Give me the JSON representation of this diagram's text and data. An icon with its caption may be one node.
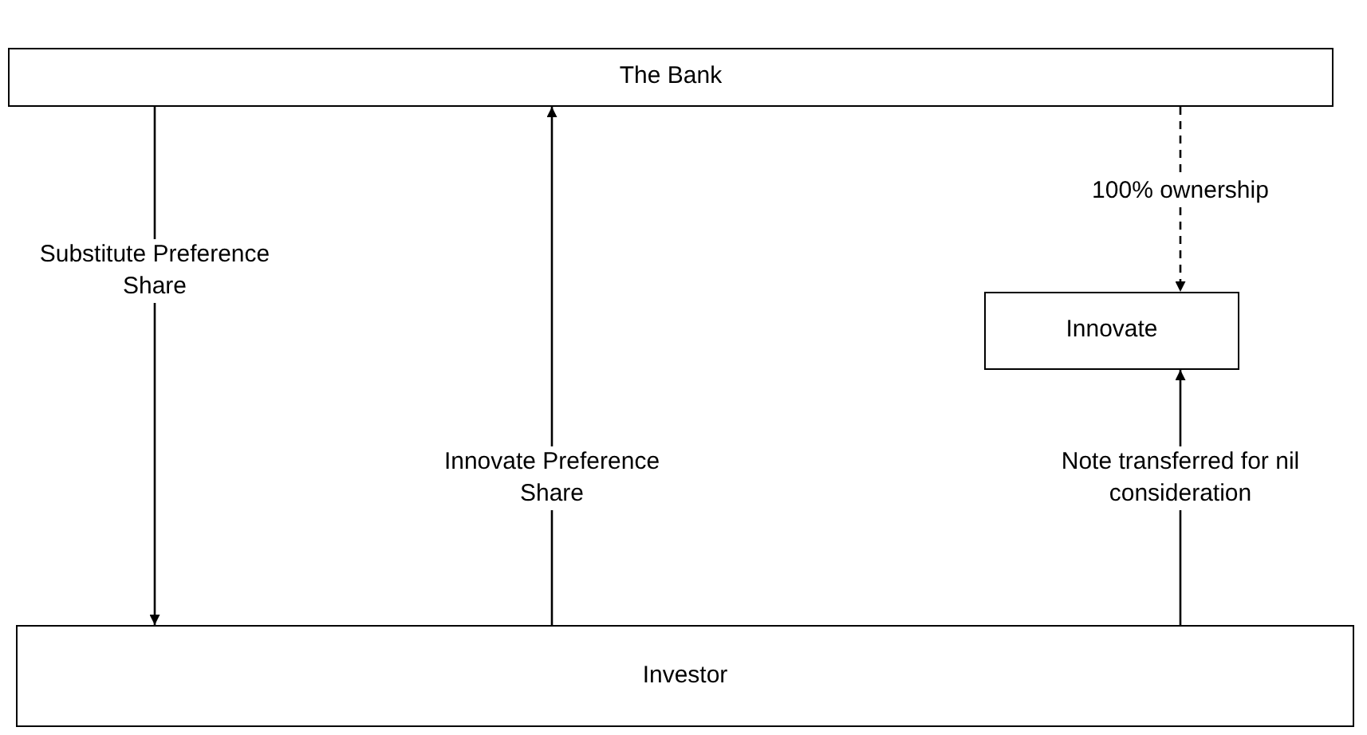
{
  "diagram": {
    "nodes": [
      {
        "text": [
          "The Bank"
        ]
      },
      {
        "text": [
          "Innovate"
        ]
      },
      {
        "text": [
          "Investor"
        ]
      }
    ],
    "edges": [
      {
        "from": 0,
        "to": 2,
        "arrow": "to",
        "label": "Substitute Preference Share"
      },
      {
        "from": 2,
        "to": 0,
        "arrow": "to",
        "label": "Innovate Preference Share"
      },
      {
        "from": 0,
        "to": 1,
        "arrow": "to",
        "label": "100% ownership",
        "style": "dashed"
      },
      {
        "from": 2,
        "to": 1,
        "arrow": "to",
        "label": "Note transferred for nil consideration"
      }
    ]
  }
}
